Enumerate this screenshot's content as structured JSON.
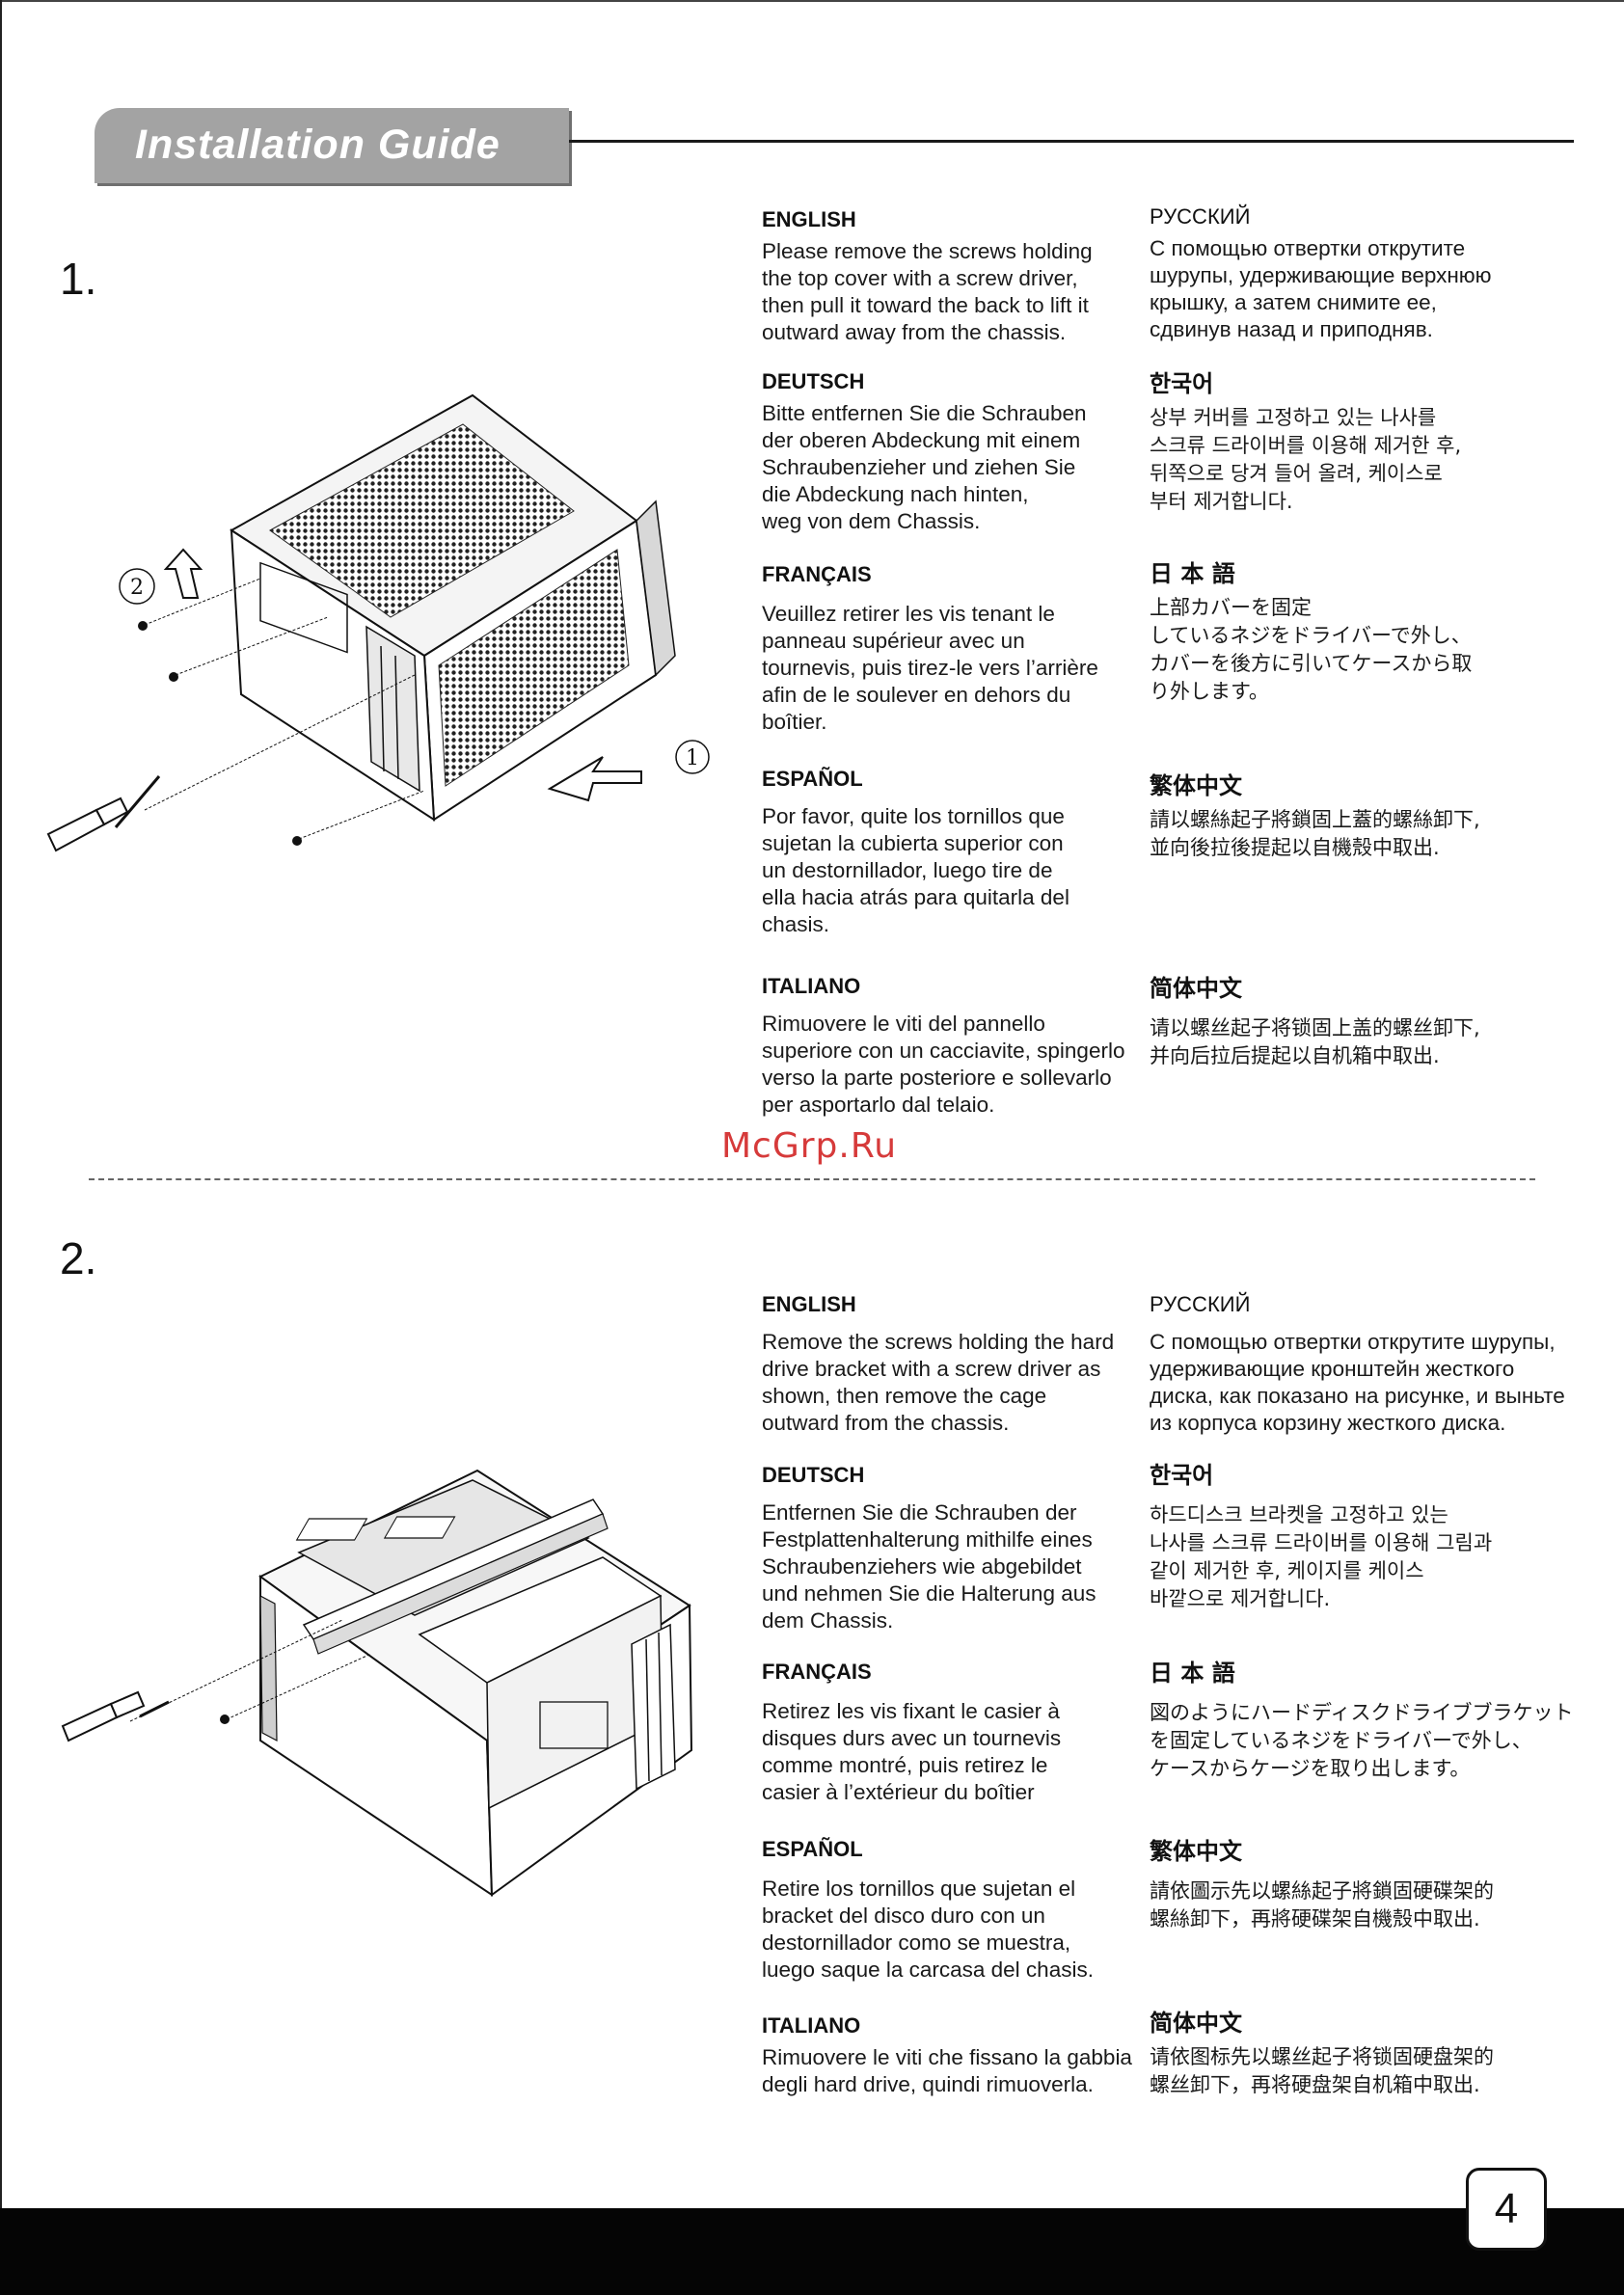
{
  "header": {
    "title": "Installation Guide"
  },
  "watermark": "McGrp.Ru",
  "page_number": "4",
  "steps": [
    {
      "number": "1.",
      "figure_callouts": [
        "1",
        "2"
      ],
      "instructions": {
        "english": {
          "title": "ENGLISH",
          "text": "Please remove the screws holding\nthe top cover with a screw driver,\nthen pull it toward the back to lift it\noutward away from the chassis."
        },
        "russian": {
          "title": "РУССКИЙ",
          "text": "С помощью отвертки открутите\nшурупы, удерживающие верхнюю\nкрышку, а затем снимите ее,\nсдвинув назад и приподняв."
        },
        "deutsch": {
          "title": "DEUTSCH",
          "text": "Bitte entfernen Sie die Schrauben\nder oberen Abdeckung mit einem\nSchraubenzieher und ziehen Sie\ndie Abdeckung nach hinten,\nweg von dem Chassis."
        },
        "korean": {
          "title": "한국어",
          "text": "상부 커버를 고정하고 있는 나사를\n스크류 드라이버를 이용해 제거한 후,\n뒤쪽으로 당겨 들어 올려, 케이스로\n부터 제거합니다."
        },
        "francais": {
          "title": "FRANÇAIS",
          "text": "Veuillez retirer les vis tenant le\npanneau supérieur avec un\ntournevis, puis tirez-le vers l’arrière\nafin de le soulever en dehors du\nboîtier."
        },
        "japanese": {
          "title": "日 本 語",
          "text": "上部カバーを固定\nしているネジをドライバーで外し、\nカバーを後方に引いてケースから取\nり外します。"
        },
        "espanol": {
          "title": "ESPAÑOL",
          "text": "Por favor, quite los tornillos que\nsujetan la cubierta superior con\nun destornillador, luego tire de\nella hacia atrás para quitarla del\nchasis."
        },
        "trad_chinese": {
          "title": "繁体中文",
          "text": "請以螺絲起子將鎖固上蓋的螺絲卸下,\n並向後拉後提起以自機殼中取出."
        },
        "italiano": {
          "title": "ITALIANO",
          "text": "Rimuovere le viti del pannello\nsuperiore con un cacciavite, spingerlo\nverso la parte posteriore e sollevarlo\nper asportarlo dal telaio."
        },
        "simp_chinese": {
          "title": "简体中文",
          "text": "请以螺丝起子将锁固上盖的螺丝卸下,\n并向后拉后提起以自机箱中取出."
        }
      }
    },
    {
      "number": "2.",
      "instructions": {
        "english": {
          "title": "ENGLISH",
          "text": "Remove the screws holding the hard\ndrive bracket with a screw driver as\nshown, then remove the cage\noutward from the chassis."
        },
        "russian": {
          "title": "РУССКИЙ",
          "text": "С помощью отвертки открутите шурупы,\nудерживающие кронштейн жесткого\nдиска, как показано на рисунке, и выньте\nиз корпуса корзину жесткого диска."
        },
        "deutsch": {
          "title": "DEUTSCH",
          "text": "Entfernen Sie die Schrauben der\nFestplattenhalterung mithilfe eines\nSchraubenziehers wie abgebildet\nund nehmen Sie die Halterung aus\ndem Chassis."
        },
        "korean": {
          "title": "한국어",
          "text": "하드디스크 브라켓을 고정하고 있는\n나사를 스크류 드라이버를 이용해 그림과\n같이 제거한 후, 케이지를 케이스\n바깥으로 제거합니다."
        },
        "francais": {
          "title": "FRANÇAIS",
          "text": "Retirez les vis fixant le casier à\ndisques durs avec un tournevis\ncomme montré, puis retirez le\ncasier à l’extérieur du boîtier"
        },
        "japanese": {
          "title": "日 本 語",
          "text": "図のようにハードディスクドライブブラケット\nを固定しているネジをドライバーで外し、\nケースからケージを取り出します。"
        },
        "espanol": {
          "title": "ESPAÑOL",
          "text": "Retire los tornillos que sujetan el\nbracket del disco duro con un\ndestornillador como se muestra,\nluego saque la carcasa del chasis."
        },
        "trad_chinese": {
          "title": "繁体中文",
          "text": "請依圖示先以螺絲起子將鎖固硬碟架的\n螺絲卸下，再將硬碟架自機殼中取出."
        },
        "italiano": {
          "title": "ITALIANO",
          "text": "Rimuovere le viti che fissano la gabbia\ndegli hard drive, quindi rimuoverla."
        },
        "simp_chinese": {
          "title": "简体中文",
          "text": "请依图标先以螺丝起子将锁固硬盘架的\n螺丝卸下，再将硬盘架自机箱中取出."
        }
      }
    }
  ]
}
